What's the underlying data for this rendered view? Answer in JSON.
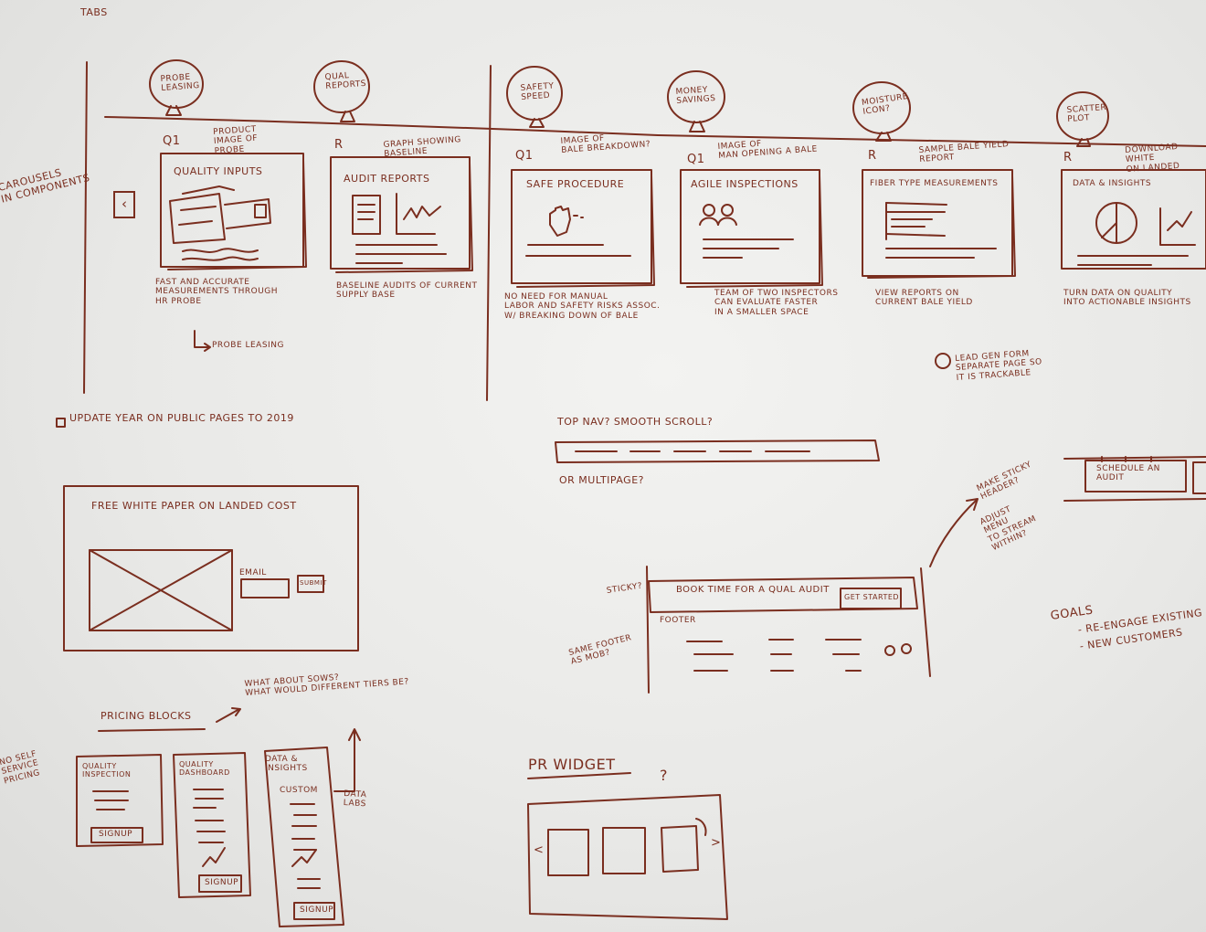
{
  "board": {
    "ink_color": "#7a2e1f",
    "background_color": "#ececea",
    "tabs_label": "TABS",
    "left_note": "CAROUSELS\nIN COMPONENTS",
    "tabs": [
      {
        "bubble": "PROBE\nLEASING",
        "kind": "Q1",
        "note": "PRODUCT\nIMAGE OF\nPROBE",
        "card_title": "QUALITY INPUTS",
        "description": "FAST AND ACCURATE\nMEASUREMENTS THROUGH\nHR PROBE",
        "sub_note": "PROBE LEASING"
      },
      {
        "bubble": "QUAL\nREPORTS",
        "kind": "R",
        "note": "GRAPH SHOWING\nBASELINE",
        "card_title": "AUDIT REPORTS",
        "description": "BASELINE AUDITS OF CURRENT\nSUPPLY BASE"
      },
      {
        "bubble": "SAFETY\nSPEED",
        "kind": "Q1",
        "note": "IMAGE OF\nBALE BREAKDOWN?",
        "card_title": "SAFE PROCEDURE",
        "description": "NO NEED FOR MANUAL\nLABOR AND SAFETY RISKS ASSOC.\nW/ BREAKING DOWN OF BALE"
      },
      {
        "bubble": "MONEY\nSAVINGS",
        "kind": "Q1",
        "note": "IMAGE OF\nMAN OPENING A BALE",
        "card_title": "AGILE INSPECTIONS",
        "description": "TEAM OF TWO INSPECTORS\nCAN EVALUATE FASTER\nIN A SMALLER SPACE"
      },
      {
        "bubble": "MOISTURE\nICON?",
        "kind": "R",
        "note": "SAMPLE BALE YIELD\nREPORT",
        "card_title": "FIBER TYPE MEASUREMENTS",
        "description": "VIEW REPORTS ON\nCURRENT BALE YIELD"
      },
      {
        "bubble": "SCATTER\nPLOT",
        "kind": "R",
        "note": "DOWNLOAD WHITE\nON LANDED",
        "card_title": "DATA & INSIGHTS",
        "description": "TURN DATA ON QUALITY\nINTO ACTIONABLE INSIGHTS"
      }
    ],
    "todo_lead_form": "LEAD GEN FORM\nSEPARATE PAGE SO\nIT IS TRACKABLE",
    "todo_update_year": "UPDATE YEAR ON PUBLIC PAGES TO 2019",
    "top_nav_question": "TOP NAV? SMOOTH SCROLL?",
    "multipage_question": "OR MULTIPAGE?",
    "schedule_audit_button": "SCHEDULE AN\nAUDIT",
    "sticky_header_note": "MAKE STICKY\nHEADER?",
    "adjust_menu_note": "ADJUST\nMENU\nTO STREAM\nWITHIN?",
    "white_paper": {
      "title": "FREE WHITE PAPER ON LANDED COST",
      "email_label": "EMAIL",
      "submit_label": "SUBMIT"
    },
    "sticky_label": "STICKY?",
    "same_footer_note": "SAME FOOTER\nAS MOB?",
    "book_banner": {
      "text": "BOOK TIME FOR A QUAL AUDIT",
      "button": "GET STARTED",
      "footer_label": "FOOTER"
    },
    "goals": {
      "title": "GOALS",
      "items": [
        "- RE-ENGAGE EXISTING",
        "- NEW CUSTOMERS"
      ]
    },
    "pricing_title": "PRICING BLOCKS",
    "pricing_question": "WHAT ABOUT SOWS?\nWHAT WOULD DIFFERENT TIERS BE?",
    "self_service_note": "NO SELF\nSERVICE\nPRICING",
    "data_label": "DATA\nLABS",
    "pricing_blocks": [
      {
        "title": "QUALITY\nINSPECTION",
        "button": "SIGNUP"
      },
      {
        "title": "QUALITY\nDASHBOARD",
        "button": "SIGNUP"
      },
      {
        "title": "DATA &\nINSIGHTS",
        "subtitle": "CUSTOM",
        "button": "SIGNUP"
      }
    ],
    "pr_widget": {
      "title": "PR WIDGET",
      "question": "?",
      "prev_arrow": "<",
      "next_arrow": ">"
    }
  }
}
